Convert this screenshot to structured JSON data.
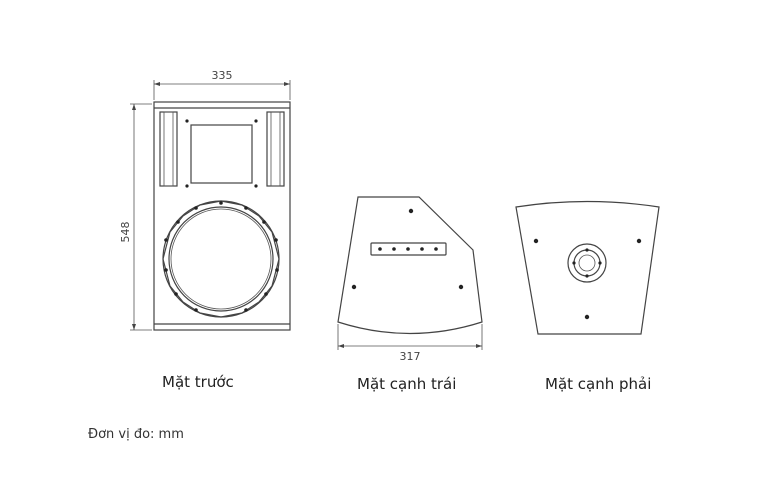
{
  "dimensions": {
    "front_width": "335",
    "front_height": "548",
    "side_width": "317"
  },
  "captions": {
    "front": "Mặt trước",
    "left_side": "Mặt cạnh trái",
    "right_side": "Mặt cạnh phải"
  },
  "unit_note": "Đơn vị đo: mm"
}
